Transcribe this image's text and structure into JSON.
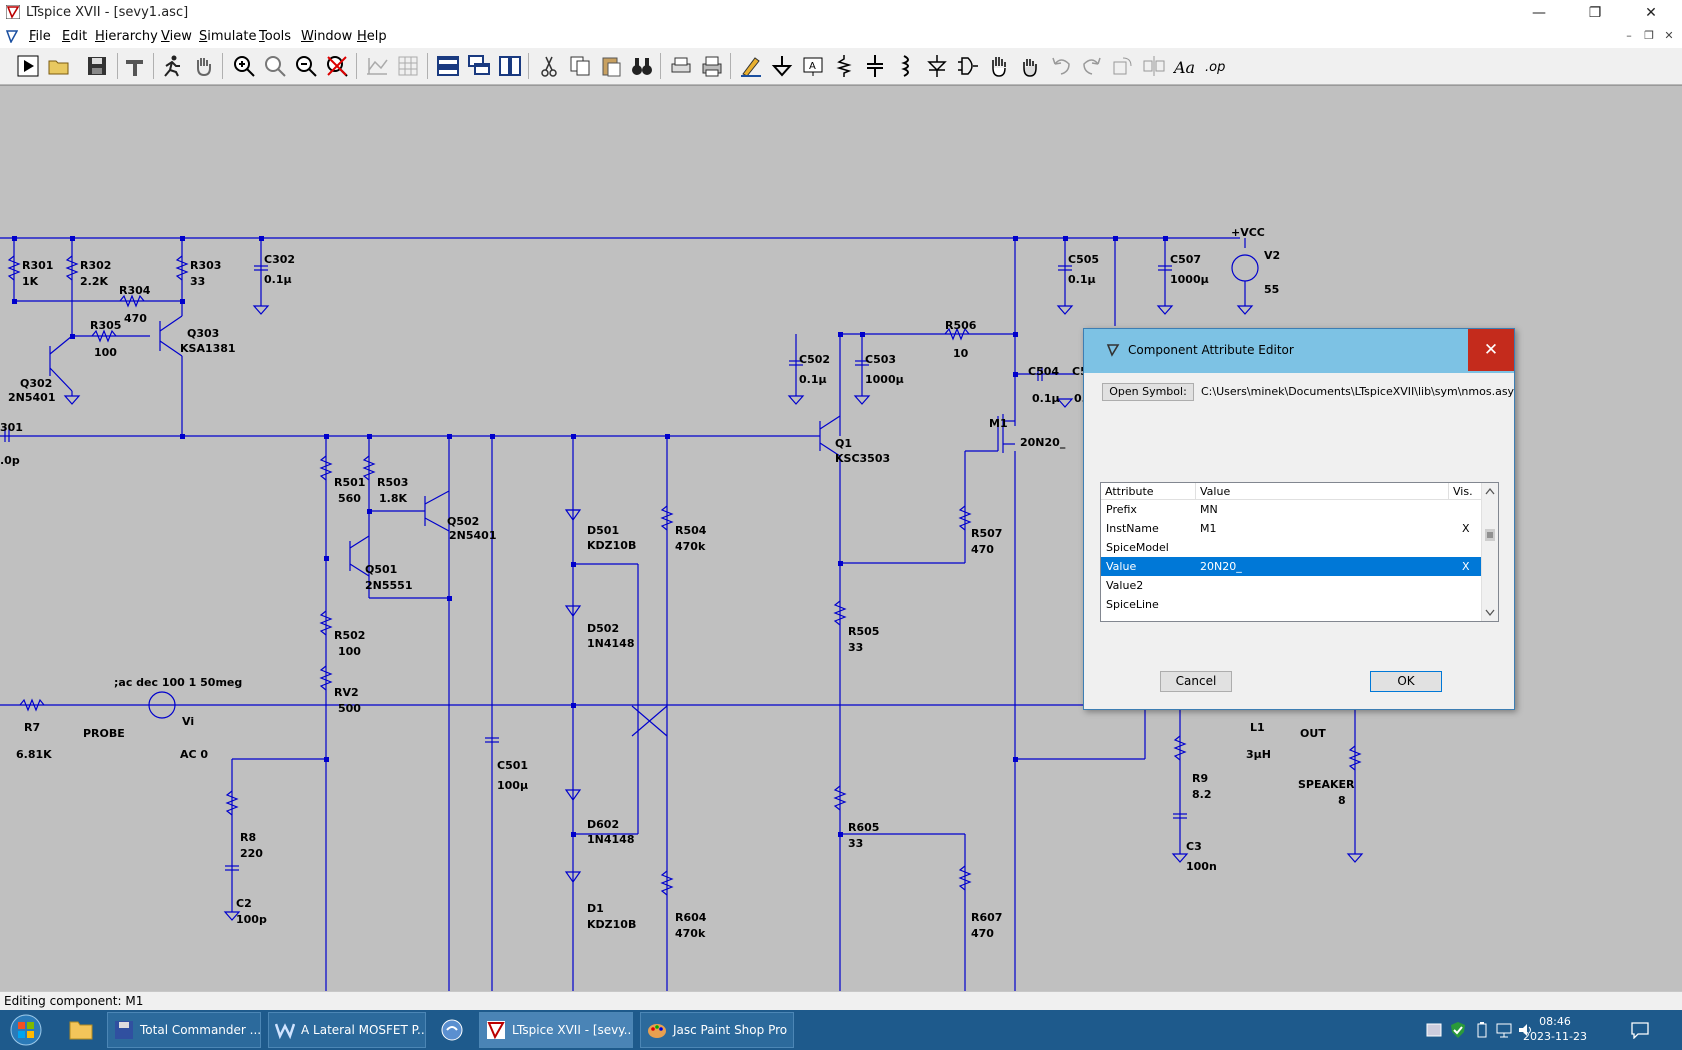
{
  "window": {
    "title": "LTspice XVII - [sevy1.asc]",
    "minimize": "—",
    "restore": "❐",
    "close": "✕"
  },
  "menu": {
    "items": [
      "File",
      "Edit",
      "Hierarchy",
      "View",
      "Simulate",
      "Tools",
      "Window",
      "Help"
    ],
    "mdi_minimize": "–",
    "mdi_restore": "❐",
    "mdi_close": "✕"
  },
  "schematic": {
    "labels": {
      "R301": "R301",
      "R301v": "1K",
      "R302": "R302",
      "R302v": "2.2K",
      "R303": "R303",
      "R303v": "33",
      "R304": "R304",
      "R304v": "470",
      "R305": "R305",
      "R305v": "100",
      "C302": "C302",
      "C302v": "0.1µ",
      "Q303": "Q303",
      "Q303v": "KSA1381",
      "Q302": "Q302",
      "Q302v": "2N5401",
      "C301a": "301",
      "C301b": ".0p",
      "R501": "R501",
      "R501v": "560",
      "R503": "R503",
      "R503v": "1.8K",
      "Q502": "Q502",
      "Q502v": "2N5401",
      "Q501": "Q501",
      "Q501v": "2N5551",
      "R502": "R502",
      "R502v": "100",
      "RV2": "RV2",
      "RV2v": "500",
      "D501": "D501",
      "D501v": "KDZ10B",
      "R504": "R504",
      "R504v": "470k",
      "D502": "D502",
      "D502v": "1N4148",
      "D602": "D602",
      "D602v": "1N4148",
      "D1": "D1",
      "D1v": "KDZ10B",
      "R604": "R604",
      "R604v": "470k",
      "C501": "C501",
      "C501v": "100µ",
      "R8": "R8",
      "R8v": "220",
      "C2": "C2",
      "C2v": "100p",
      "R7": "R7",
      "R7v": "6.81K",
      "PROBE": "PROBE",
      "Vi": "Vi",
      "Viv": "AC 0",
      "directive": ";ac dec 100 1 50meg",
      "C502": "C502",
      "C502v": "0.1µ",
      "C503": "C503",
      "C503v": "1000µ",
      "R506": "R506",
      "R506v": "10",
      "Q1": "Q1",
      "Q1v": "KSC3503",
      "M1": "M1",
      "M1v": "20N20_",
      "C504": "C504",
      "C504v": "0.1µ",
      "C5x": "C5",
      "C5xv": "0.",
      "R507": "R507",
      "R507v": "470",
      "R505": "R505",
      "R505v": "33",
      "R605": "R605",
      "R605v": "33",
      "R607": "R607",
      "R607v": "470",
      "C505": "C505",
      "C505v": "0.1µ",
      "C507": "C507",
      "C507v": "1000µ",
      "VCC": "+VCC",
      "V2": "V2",
      "V2v": "55",
      "L1": "L1",
      "L1v": "3µH",
      "OUT": "OUT",
      "R9": "R9",
      "R9v": "8.2",
      "C3": "C3",
      "C3v": "100n",
      "SPEAKER": "SPEAKER",
      "SPEAKERv": "8"
    }
  },
  "dialog": {
    "title": "Component Attribute Editor",
    "close": "✕",
    "open_symbol_label": "Open Symbol:",
    "symbol_path": "C:\\Users\\minek\\Documents\\LTspiceXVII\\lib\\sym\\nmos.asy",
    "columns": [
      "Attribute",
      "Value",
      "Vis."
    ],
    "rows": [
      {
        "attribute": "Prefix",
        "value": "MN",
        "vis": ""
      },
      {
        "attribute": "InstName",
        "value": "M1",
        "vis": "X"
      },
      {
        "attribute": "SpiceModel",
        "value": "",
        "vis": ""
      },
      {
        "attribute": "Value",
        "value": "20N20_",
        "vis": "X",
        "selected": true
      },
      {
        "attribute": "Value2",
        "value": "",
        "vis": ""
      },
      {
        "attribute": "SpiceLine",
        "value": "",
        "vis": ""
      }
    ],
    "cancel_label": "Cancel",
    "ok_label": "OK"
  },
  "status": {
    "text": "Editing component: M1"
  },
  "taskbar": {
    "buttons": [
      {
        "label": "Total Commander ..."
      },
      {
        "label": "A Lateral MOSFET P..."
      },
      {
        "label": "LTspice XVII - [sevy..."
      },
      {
        "label": "Jasc Paint Shop Pro"
      }
    ],
    "time": "08:46",
    "date": "2023-11-23"
  },
  "colors": {
    "wire": "#0000cc",
    "canvas": "#c0c0c0",
    "dialog_title": "#7dc2e4",
    "selection": "#0078d7",
    "taskbar": "#1e5a8c"
  }
}
